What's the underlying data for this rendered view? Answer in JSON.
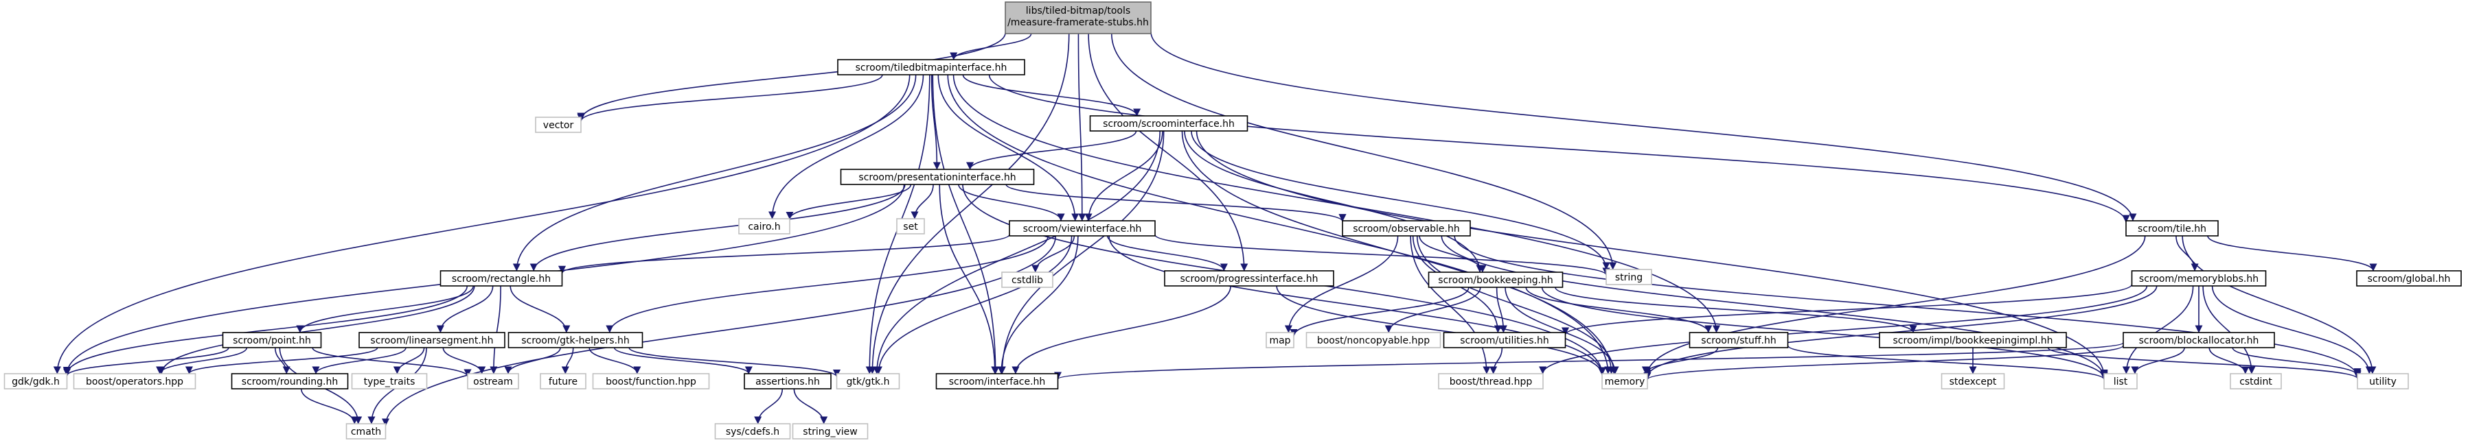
{
  "graph": {
    "nodes": [
      {
        "id": "root",
        "label": [
          "libs/tiled-bitmap/tools",
          "/measure-framerate-stubs.hh"
        ],
        "kind": "root"
      },
      {
        "id": "tbi",
        "label": [
          "scroom/tiledbitmapinterface.hh"
        ],
        "kind": "local"
      },
      {
        "id": "vector",
        "label": [
          "vector"
        ],
        "kind": "ext"
      },
      {
        "id": "si",
        "label": [
          "scroom/scroominterface.hh"
        ],
        "kind": "local"
      },
      {
        "id": "pi",
        "label": [
          "scroom/presentationinterface.hh"
        ],
        "kind": "local"
      },
      {
        "id": "cairo",
        "label": [
          "cairo.h"
        ],
        "kind": "ext"
      },
      {
        "id": "set",
        "label": [
          "set"
        ],
        "kind": "ext"
      },
      {
        "id": "vi",
        "label": [
          "scroom/viewinterface.hh"
        ],
        "kind": "local"
      },
      {
        "id": "obs",
        "label": [
          "scroom/observable.hh"
        ],
        "kind": "local"
      },
      {
        "id": "tile",
        "label": [
          "scroom/tile.hh"
        ],
        "kind": "local"
      },
      {
        "id": "string",
        "label": [
          "string"
        ],
        "kind": "ext"
      },
      {
        "id": "rect",
        "label": [
          "scroom/rectangle.hh"
        ],
        "kind": "local"
      },
      {
        "id": "cstdlib",
        "label": [
          "cstdlib"
        ],
        "kind": "ext"
      },
      {
        "id": "prog",
        "label": [
          "scroom/progressinterface.hh"
        ],
        "kind": "local"
      },
      {
        "id": "bk",
        "label": [
          "scroom/bookkeeping.hh"
        ],
        "kind": "local"
      },
      {
        "id": "mb",
        "label": [
          "scroom/memoryblobs.hh"
        ],
        "kind": "local"
      },
      {
        "id": "global",
        "label": [
          "scroom/global.hh"
        ],
        "kind": "local"
      },
      {
        "id": "point",
        "label": [
          "scroom/point.hh"
        ],
        "kind": "local"
      },
      {
        "id": "lin",
        "label": [
          "scroom/linearsegment.hh"
        ],
        "kind": "local"
      },
      {
        "id": "gtkh",
        "label": [
          "scroom/gtk-helpers.hh"
        ],
        "kind": "local"
      },
      {
        "id": "map",
        "label": [
          "map"
        ],
        "kind": "ext"
      },
      {
        "id": "noncopy",
        "label": [
          "boost/noncopyable.hpp"
        ],
        "kind": "ext"
      },
      {
        "id": "util",
        "label": [
          "scroom/utilities.hh"
        ],
        "kind": "local"
      },
      {
        "id": "stuff",
        "label": [
          "scroom/stuff.hh"
        ],
        "kind": "local"
      },
      {
        "id": "bkimpl",
        "label": [
          "scroom/impl/bookkeepingimpl.hh"
        ],
        "kind": "local"
      },
      {
        "id": "blockalloc",
        "label": [
          "scroom/blockallocator.hh"
        ],
        "kind": "local"
      },
      {
        "id": "gdk",
        "label": [
          "gdk/gdk.h"
        ],
        "kind": "ext"
      },
      {
        "id": "bops",
        "label": [
          "boost/operators.hpp"
        ],
        "kind": "ext"
      },
      {
        "id": "rounding",
        "label": [
          "scroom/rounding.hh"
        ],
        "kind": "local"
      },
      {
        "id": "typetraits",
        "label": [
          "type_traits"
        ],
        "kind": "ext"
      },
      {
        "id": "ostream",
        "label": [
          "ostream"
        ],
        "kind": "ext"
      },
      {
        "id": "future",
        "label": [
          "future"
        ],
        "kind": "ext"
      },
      {
        "id": "bfunc",
        "label": [
          "boost/function.hpp"
        ],
        "kind": "ext"
      },
      {
        "id": "assert",
        "label": [
          "assertions.hh"
        ],
        "kind": "local"
      },
      {
        "id": "gtk",
        "label": [
          "gtk/gtk.h"
        ],
        "kind": "ext"
      },
      {
        "id": "iface",
        "label": [
          "scroom/interface.hh"
        ],
        "kind": "local"
      },
      {
        "id": "bthread",
        "label": [
          "boost/thread.hpp"
        ],
        "kind": "ext"
      },
      {
        "id": "memory",
        "label": [
          "memory"
        ],
        "kind": "ext"
      },
      {
        "id": "stdexcept",
        "label": [
          "stdexcept"
        ],
        "kind": "ext"
      },
      {
        "id": "list",
        "label": [
          "list"
        ],
        "kind": "ext"
      },
      {
        "id": "cstdint",
        "label": [
          "cstdint"
        ],
        "kind": "ext"
      },
      {
        "id": "utility",
        "label": [
          "utility"
        ],
        "kind": "ext"
      },
      {
        "id": "cmath",
        "label": [
          "cmath"
        ],
        "kind": "ext"
      },
      {
        "id": "cdefs",
        "label": [
          "sys/cdefs.h"
        ],
        "kind": "ext"
      },
      {
        "id": "strview",
        "label": [
          "string_view"
        ],
        "kind": "ext"
      }
    ],
    "edges": [
      [
        "root",
        "tbi"
      ],
      [
        "root",
        "vector"
      ],
      [
        "root",
        "vi"
      ],
      [
        "root",
        "prog"
      ],
      [
        "root",
        "tile"
      ],
      [
        "root",
        "string"
      ],
      [
        "root",
        "gtk"
      ],
      [
        "tbi",
        "vector"
      ],
      [
        "tbi",
        "si"
      ],
      [
        "tbi",
        "pi"
      ],
      [
        "tbi",
        "cairo"
      ],
      [
        "tbi",
        "vi"
      ],
      [
        "tbi",
        "rect"
      ],
      [
        "tbi",
        "tile"
      ],
      [
        "tbi",
        "stuff"
      ],
      [
        "tbi",
        "memory"
      ],
      [
        "tbi",
        "gdk"
      ],
      [
        "tbi",
        "gtk"
      ],
      [
        "tbi",
        "iface"
      ],
      [
        "si",
        "pi"
      ],
      [
        "si",
        "vi"
      ],
      [
        "si",
        "bk"
      ],
      [
        "si",
        "string"
      ],
      [
        "si",
        "list"
      ],
      [
        "si",
        "memory"
      ],
      [
        "si",
        "iface"
      ],
      [
        "si",
        "gtk"
      ],
      [
        "pi",
        "cairo"
      ],
      [
        "pi",
        "set"
      ],
      [
        "pi",
        "vi"
      ],
      [
        "pi",
        "obs"
      ],
      [
        "pi",
        "rect"
      ],
      [
        "pi",
        "gdk"
      ],
      [
        "pi",
        "iface"
      ],
      [
        "pi",
        "memory"
      ],
      [
        "vi",
        "rect"
      ],
      [
        "vi",
        "cstdlib"
      ],
      [
        "vi",
        "prog"
      ],
      [
        "vi",
        "gtkh"
      ],
      [
        "vi",
        "string"
      ],
      [
        "vi",
        "gtk"
      ],
      [
        "vi",
        "iface"
      ],
      [
        "vi",
        "memory"
      ],
      [
        "vi",
        "cmath"
      ],
      [
        "obs",
        "bk"
      ],
      [
        "obs",
        "map"
      ],
      [
        "obs",
        "util"
      ],
      [
        "obs",
        "list"
      ],
      [
        "obs",
        "memory"
      ],
      [
        "obs",
        "bthread"
      ],
      [
        "obs",
        "utility"
      ],
      [
        "tile",
        "mb"
      ],
      [
        "tile",
        "global"
      ],
      [
        "tile",
        "memory"
      ],
      [
        "tile",
        "utility"
      ],
      [
        "rect",
        "point"
      ],
      [
        "rect",
        "lin"
      ],
      [
        "rect",
        "gtkh"
      ],
      [
        "rect",
        "ostream"
      ],
      [
        "rect",
        "gdk"
      ],
      [
        "rect",
        "bops"
      ],
      [
        "prog",
        "iface"
      ],
      [
        "prog",
        "memory"
      ],
      [
        "bk",
        "map"
      ],
      [
        "bk",
        "noncopy"
      ],
      [
        "bk",
        "util"
      ],
      [
        "bk",
        "stuff"
      ],
      [
        "bk",
        "bkimpl"
      ],
      [
        "bk",
        "memory"
      ],
      [
        "bk",
        "list"
      ],
      [
        "mb",
        "util"
      ],
      [
        "mb",
        "blockalloc"
      ],
      [
        "mb",
        "bthread"
      ],
      [
        "mb",
        "memory"
      ],
      [
        "mb",
        "list"
      ],
      [
        "mb",
        "cstdint"
      ],
      [
        "mb",
        "utility"
      ],
      [
        "point",
        "rounding"
      ],
      [
        "point",
        "ostream"
      ],
      [
        "point",
        "bops"
      ],
      [
        "point",
        "gdk"
      ],
      [
        "point",
        "cmath"
      ],
      [
        "lin",
        "rounding"
      ],
      [
        "lin",
        "typetraits"
      ],
      [
        "lin",
        "ostream"
      ],
      [
        "lin",
        "bops"
      ],
      [
        "lin",
        "cmath"
      ],
      [
        "gtkh",
        "ostream"
      ],
      [
        "gtkh",
        "future"
      ],
      [
        "gtkh",
        "bfunc"
      ],
      [
        "gtkh",
        "assert"
      ],
      [
        "gtkh",
        "gtk"
      ],
      [
        "util",
        "bthread"
      ],
      [
        "stuff",
        "memory"
      ],
      [
        "stuff",
        "list"
      ],
      [
        "bkimpl",
        "stdexcept"
      ],
      [
        "bkimpl",
        "utility"
      ],
      [
        "blockalloc",
        "list"
      ],
      [
        "blockalloc",
        "cstdint"
      ],
      [
        "blockalloc",
        "utility"
      ],
      [
        "blockalloc",
        "memory"
      ],
      [
        "blockalloc",
        "iface"
      ],
      [
        "rounding",
        "cmath"
      ],
      [
        "assert",
        "cdefs"
      ],
      [
        "assert",
        "strview"
      ]
    ]
  }
}
